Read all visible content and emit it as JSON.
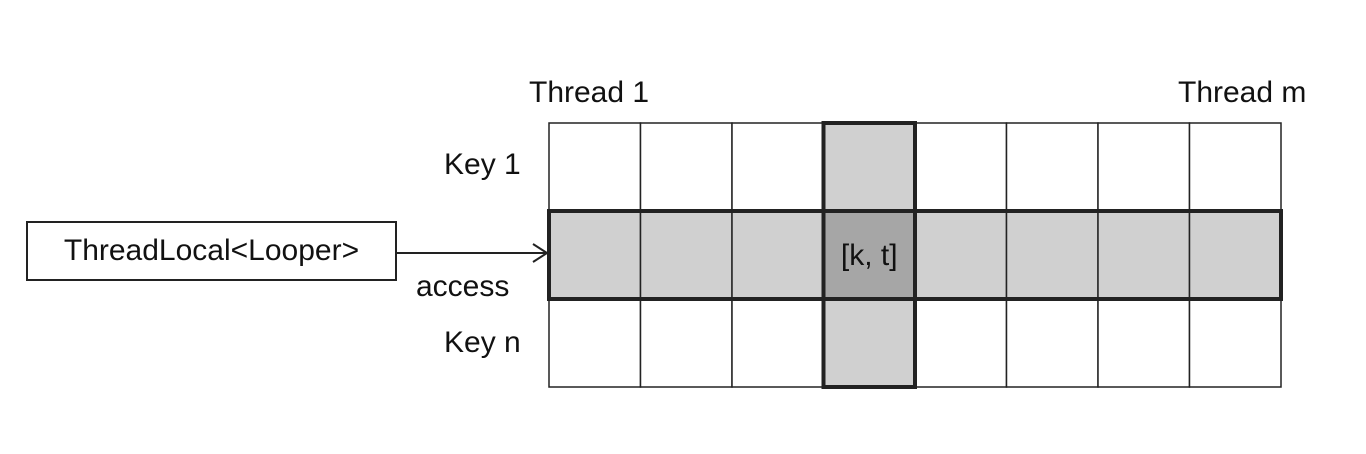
{
  "labels": {
    "thread_first": "Thread 1",
    "thread_last": "Thread m",
    "key_first": "Key 1",
    "key_last": "Key n",
    "threadlocal_box": "ThreadLocal<Looper>",
    "arrow_label": "access",
    "highlight_cell": "[k, t]"
  },
  "grid": {
    "columns": 8,
    "rows": 3,
    "highlight_row": 1,
    "highlight_col": 3
  },
  "colors": {
    "cell_fill": "#ffffff",
    "highlight_fill": "#d0d0d0",
    "intersection_fill": "#a6a6a6",
    "stroke": "#222222"
  }
}
